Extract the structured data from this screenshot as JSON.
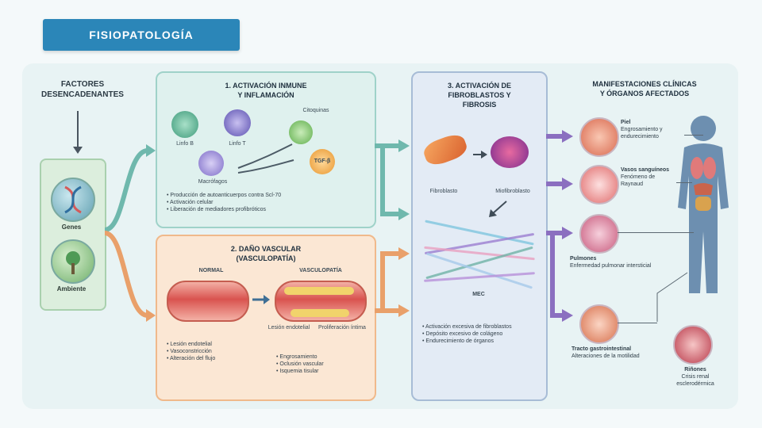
{
  "title": "FISIOPATOLOGÍA",
  "left": {
    "label_line1": "FACTORES",
    "label_line2": "DESENCADENANTES",
    "gene_label": "Genes",
    "env_label": "Ambiente"
  },
  "panel1": {
    "title_line1": "1. ACTIVACIÓN INMUNE",
    "title_line2": "Y INFLAMACIÓN",
    "cell_a": "Linfo B",
    "cell_b": "Linfo T",
    "cell_c": "Macrófagos",
    "cytokines": "Citoquinas",
    "result_cell": "TGF-β",
    "bullets": [
      "Producción de autoanticuerpos contra Scl-70",
      "Activación celular",
      "Liberación de mediadores profibróticos"
    ]
  },
  "panel2": {
    "title_line1": "2. DAÑO VASCULAR",
    "title_line2": "(VASCULOPATÍA)",
    "left_label": "NORMAL",
    "right_label": "VASCULOPATÍA",
    "sub_a": "Lesión endotelial",
    "sub_b": "Proliferación íntima",
    "bullets_left": [
      "Lesión endotelial",
      "Vasoconstricción",
      "Alteración del flujo"
    ],
    "bullets_right": [
      "Engrosamiento",
      "Oclusión vascular",
      "Isquemia tisular"
    ]
  },
  "panel3": {
    "title_line1": "3. ACTIVACIÓN DE",
    "title_line2": "FIBROBLASTOS Y",
    "title_line3": "FIBROSIS",
    "fibro_a": "Fibroblasto",
    "fibro_b": "Miofibroblasto",
    "matrix": "MEC",
    "bullets": [
      "Activación excesiva de fibroblastos",
      "Depósito excesivo de colágeno",
      "Endurecimiento de órganos"
    ]
  },
  "right": {
    "title_line1": "MANIFESTACIONES CLÍNICAS",
    "title_line2": "Y ÓRGANOS AFECTADOS",
    "organs": [
      {
        "name": "Piel",
        "desc": "Engrosamiento y endurecimiento"
      },
      {
        "name": "Vasos sanguíneos",
        "desc": "Fenómeno de Raynaud"
      },
      {
        "name": "Pulmones",
        "desc": "Enfermedad pulmonar intersticial"
      },
      {
        "name": "Tracto gastrointestinal",
        "desc": "Alteraciones de la motilidad"
      }
    ],
    "kidney_label": "Riñones",
    "kidney_desc": "Crisis renal esclerodérmica"
  },
  "colors": {
    "title_bg": "#2b86b8",
    "panel1": "#dff1ee",
    "panel2": "#fbe7d4",
    "panel3": "#e3ebf5",
    "arrow_teal": "#6fb8ad",
    "arrow_orange": "#e9a06a",
    "arrow_purple": "#8b6fc0"
  }
}
